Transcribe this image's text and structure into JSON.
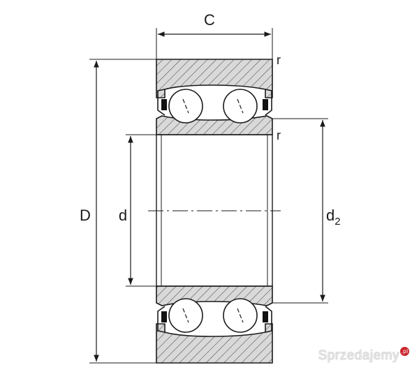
{
  "labels": {
    "C": "C",
    "D": "D",
    "d": "d",
    "d2_main": "d",
    "d2_sub": "2",
    "r_top": "r",
    "r_mid": "r"
  },
  "watermark": "Sprzedajemy",
  "watermark_suffix": ".pl",
  "colors": {
    "line": "#1a1a1a",
    "ring_fill": "#d8d8d8",
    "ball_fill": "#ffffff",
    "seal": "#111111",
    "watermark_badge": "#c9252c"
  }
}
